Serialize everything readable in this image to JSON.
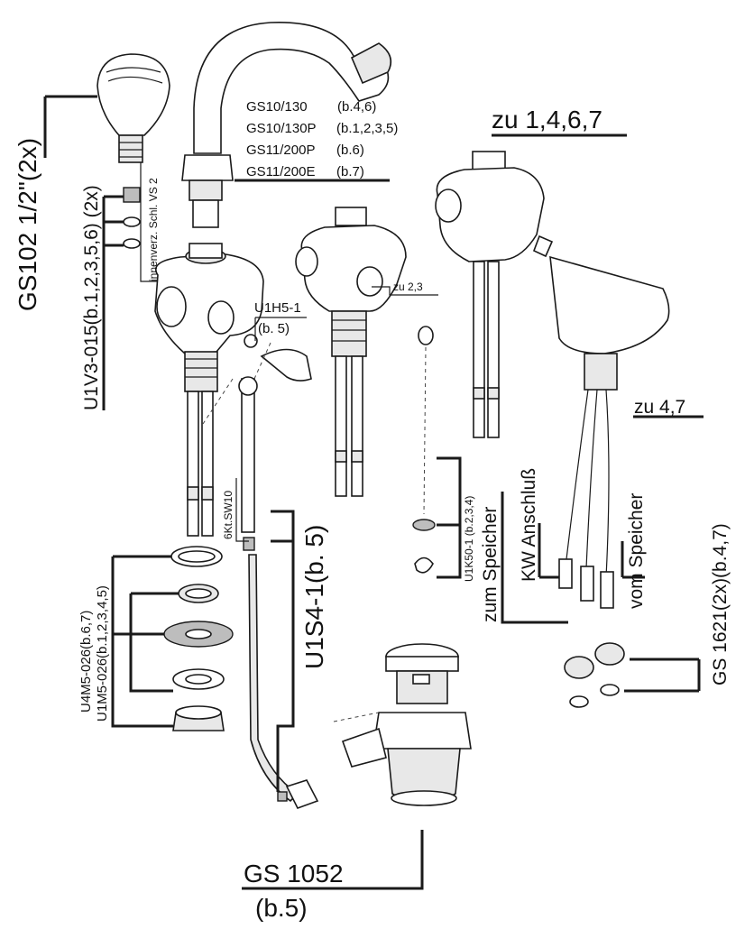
{
  "labels": {
    "gs102": "GS102 1/2\"(2x)",
    "u1v3": "U1V3-015(b.1,2,3,5,6) (2x)",
    "innenverz": "innenverz. Schl. VS 2",
    "gs10_130": "GS10/130",
    "gs10_130_b": "(b.4,6)",
    "gs10_130p": "GS10/130P",
    "gs10_130p_b": "(b.1,2,3,5)",
    "gs11_200p": "GS11/200P",
    "gs11_200p_b": "(b.6)",
    "gs11_200e": "GS11/200E",
    "gs11_200e_b": "(b.7)",
    "zu1467": "zu 1,4,6,7",
    "zu23": "zu 2,3",
    "u1h5": "U1H5-1",
    "u1h5_b": "(b. 5)",
    "zu47": "zu 4,7",
    "sw10": "6Kt.SW10",
    "u1s4": "U1S4-1(b. 5)",
    "u1k50": "U1K50-1 (b.2,3,4)",
    "zum_speicher": "zum Speicher",
    "kw": "KW Anschluß",
    "vom_speicher": "vom Speicher",
    "gs1621": "GS 1621(2x)(b.4,7)",
    "u4m5": "U4M5-026(b.6,7)",
    "u1m5": "U1M5-026(b.1,2,3,4,5)",
    "gs1052": "GS 1052",
    "gs1052_b": "(b.5)"
  }
}
